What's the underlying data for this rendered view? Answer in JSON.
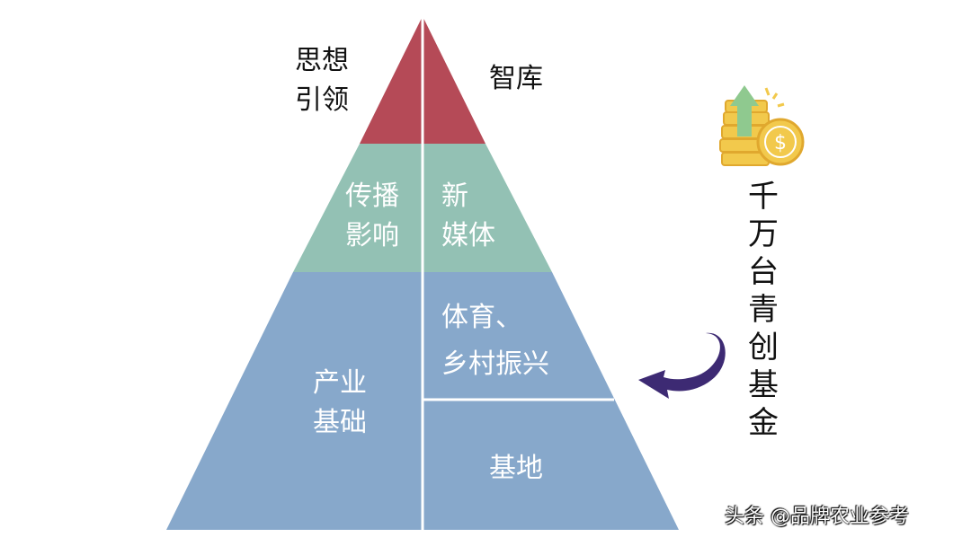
{
  "pyramid": {
    "apex": {
      "left_label": [
        "思想",
        "引领"
      ],
      "right_label": "智库",
      "color": "#b54a57"
    },
    "middle": {
      "left_label": [
        "传播",
        "影响"
      ],
      "right_label": [
        "新",
        "媒体"
      ],
      "color": "#93c1b4"
    },
    "base": {
      "left_label": [
        "产业",
        "基础"
      ],
      "right_upper_label": [
        "体育、",
        "乡村振兴"
      ],
      "right_lower_label": "基地",
      "color": "#87a8cb"
    }
  },
  "fund": {
    "label": "千万台青创基金",
    "icon": "coins-arrow-up-icon",
    "arrow_icon": "curved-arrow-left-icon",
    "arrow_color": "#3d2a73"
  },
  "watermark": "头条 @品牌农业参考"
}
